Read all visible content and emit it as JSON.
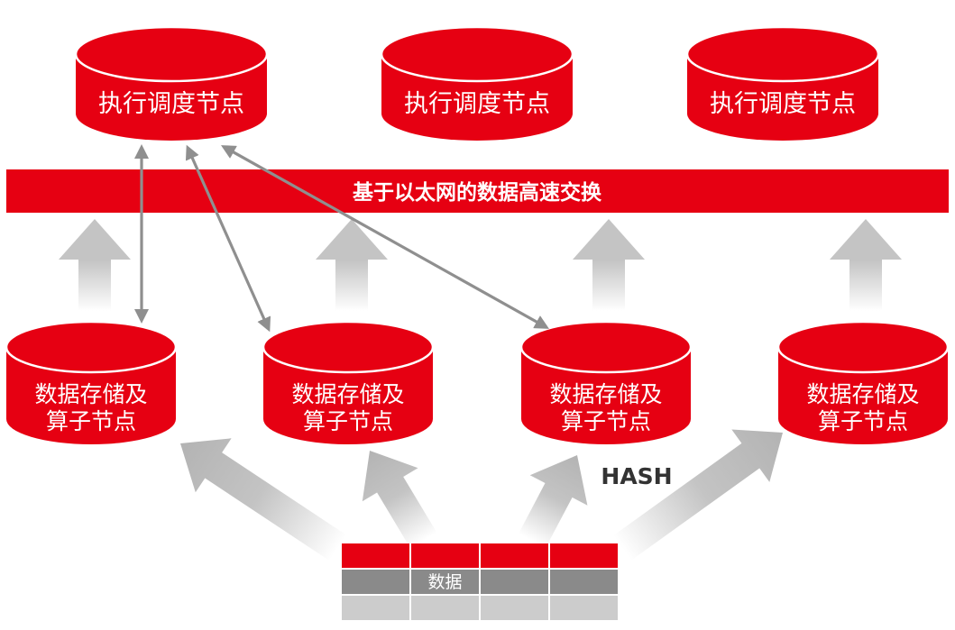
{
  "scheduler_nodes": [
    {
      "label": "执行调度节点"
    },
    {
      "label": "执行调度节点"
    },
    {
      "label": "执行调度节点"
    }
  ],
  "exchange_bar": {
    "label": "基于以太网的数据高速交换"
  },
  "storage_nodes": [
    {
      "line1": "数据存储及",
      "line2": "算子节点"
    },
    {
      "line1": "数据存储及",
      "line2": "算子节点"
    },
    {
      "line1": "数据存储及",
      "line2": "算子节点"
    },
    {
      "line1": "数据存储及",
      "line2": "算子节点"
    }
  ],
  "hash_label": "HASH",
  "data_table": {
    "label": "数据",
    "rows": 3,
    "cols": 4
  },
  "colors": {
    "red": "#e60012",
    "gray": "#8a8a8a",
    "light_gray": "#cccccc",
    "arrow_line": "#8f8f8f"
  }
}
